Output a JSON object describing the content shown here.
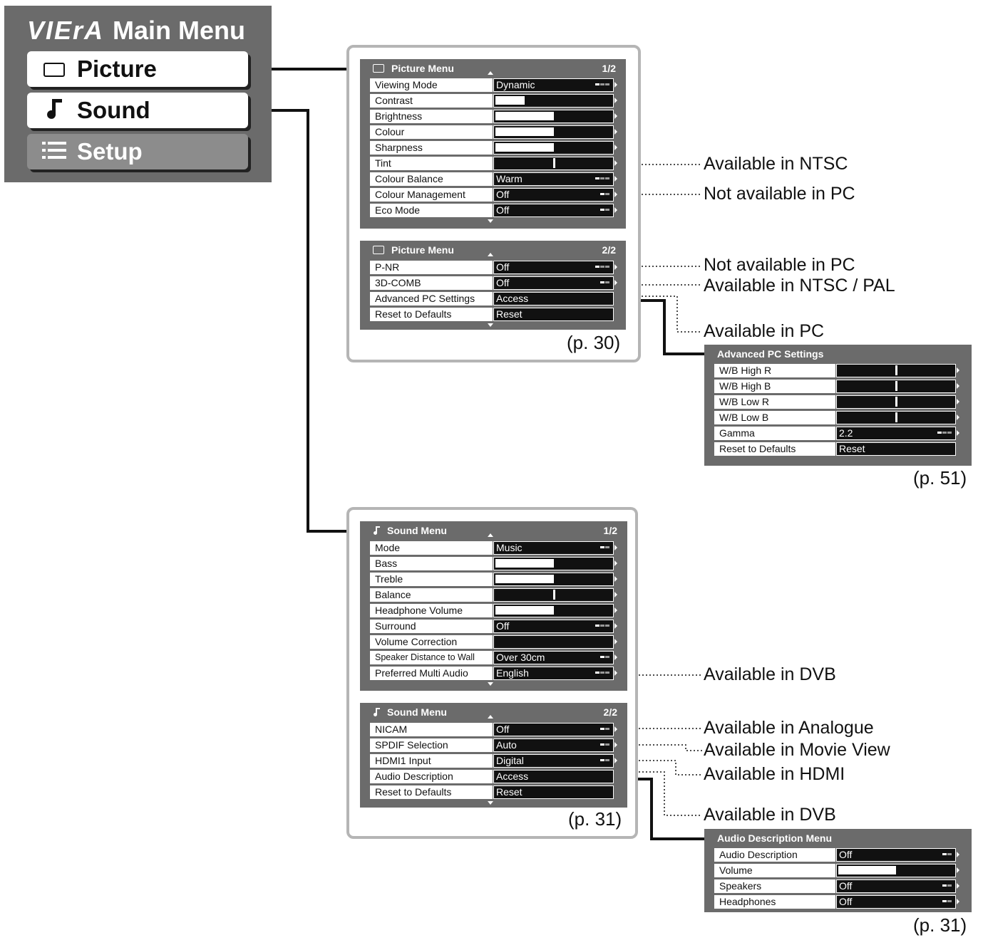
{
  "main_menu": {
    "logo": "VIErA",
    "title": "Main Menu",
    "items": [
      {
        "label": "Picture",
        "icon": "picture-icon"
      },
      {
        "label": "Sound",
        "icon": "music-note-icon"
      },
      {
        "label": "Setup",
        "icon": "list-icon"
      }
    ]
  },
  "picture_menu_1": {
    "title": "Picture Menu",
    "page": "1/2",
    "rows": [
      {
        "label": "Viewing Mode",
        "kind": "option",
        "value": "Dynamic",
        "dots": 3
      },
      {
        "label": "Contrast",
        "kind": "bar",
        "level": 0.25
      },
      {
        "label": "Brightness",
        "kind": "bar",
        "level": 0.5
      },
      {
        "label": "Colour",
        "kind": "bar",
        "level": 0.5
      },
      {
        "label": "Sharpness",
        "kind": "bar",
        "level": 0.5
      },
      {
        "label": "Tint",
        "kind": "center",
        "level": 0.5
      },
      {
        "label": "Colour Balance",
        "kind": "option",
        "value": "Warm",
        "dots": 3
      },
      {
        "label": "Colour Management",
        "kind": "option",
        "value": "Off",
        "dots": 2
      },
      {
        "label": "Eco Mode",
        "kind": "option",
        "value": "Off",
        "dots": 2
      }
    ]
  },
  "picture_menu_2": {
    "title": "Picture Menu",
    "page": "2/2",
    "rows": [
      {
        "label": "P-NR",
        "kind": "option",
        "value": "Off",
        "dots": 3
      },
      {
        "label": "3D-COMB",
        "kind": "option",
        "value": "Off",
        "dots": 2
      },
      {
        "label": "Advanced PC Settings",
        "kind": "action",
        "value": "Access"
      },
      {
        "label": "Reset to Defaults",
        "kind": "action",
        "value": "Reset"
      }
    ],
    "page_ref": "(p. 30)"
  },
  "advanced_pc": {
    "title": "Advanced PC Settings",
    "rows": [
      {
        "label": "W/B High R",
        "kind": "center",
        "level": 0.5
      },
      {
        "label": "W/B High B",
        "kind": "center",
        "level": 0.5
      },
      {
        "label": "W/B Low R",
        "kind": "center",
        "level": 0.5
      },
      {
        "label": "W/B Low B",
        "kind": "center",
        "level": 0.5
      },
      {
        "label": "Gamma",
        "kind": "option",
        "value": "2.2",
        "dots": 3
      },
      {
        "label": "Reset to Defaults",
        "kind": "action",
        "value": "Reset"
      }
    ],
    "page_ref": "(p. 51)"
  },
  "sound_menu_1": {
    "title": "Sound Menu",
    "page": "1/2",
    "rows": [
      {
        "label": "Mode",
        "kind": "option",
        "value": "Music",
        "dots": 2
      },
      {
        "label": "Bass",
        "kind": "bar",
        "level": 0.5
      },
      {
        "label": "Treble",
        "kind": "bar",
        "level": 0.5
      },
      {
        "label": "Balance",
        "kind": "center",
        "level": 0.5
      },
      {
        "label": "Headphone Volume",
        "kind": "bar",
        "level": 0.5
      },
      {
        "label": "Surround",
        "kind": "option",
        "value": "Off",
        "dots": 3
      },
      {
        "label": "Volume Correction",
        "kind": "bar",
        "level": 0.0
      },
      {
        "label": "Speaker Distance to Wall",
        "kind": "option",
        "value": "Over 30cm",
        "dots": 2
      },
      {
        "label": "Preferred Multi Audio",
        "kind": "option",
        "value": "English",
        "dots": 3
      }
    ]
  },
  "sound_menu_2": {
    "title": "Sound Menu",
    "page": "2/2",
    "rows": [
      {
        "label": "NICAM",
        "kind": "option",
        "value": "Off",
        "dots": 2
      },
      {
        "label": "SPDIF Selection",
        "kind": "option",
        "value": "Auto",
        "dots": 2
      },
      {
        "label": "HDMI1 Input",
        "kind": "option",
        "value": "Digital",
        "dots": 2
      },
      {
        "label": "Audio Description",
        "kind": "action",
        "value": "Access"
      },
      {
        "label": "Reset to Defaults",
        "kind": "action",
        "value": "Reset"
      }
    ],
    "page_ref": "(p. 31)"
  },
  "audio_description": {
    "title": "Audio Description Menu",
    "rows": [
      {
        "label": "Audio Description",
        "kind": "option",
        "value": "Off",
        "dots": 2
      },
      {
        "label": "Volume",
        "kind": "bar",
        "level": 0.5
      },
      {
        "label": "Speakers",
        "kind": "option",
        "value": "Off",
        "dots": 2
      },
      {
        "label": "Headphones",
        "kind": "option",
        "value": "Off",
        "dots": 2
      }
    ],
    "page_ref": "(p. 31)"
  },
  "notes": {
    "tint": "Available in NTSC",
    "colour_management": "Not available in PC",
    "pnr": "Not available in PC",
    "comb": "Available in NTSC / PAL",
    "advanced_pc": "Available in PC",
    "multi_audio": "Available in DVB",
    "nicam": "Available in Analogue",
    "spdif": "Available in Movie View",
    "hdmi1": "Available in HDMI",
    "audio_desc": "Available in DVB"
  }
}
